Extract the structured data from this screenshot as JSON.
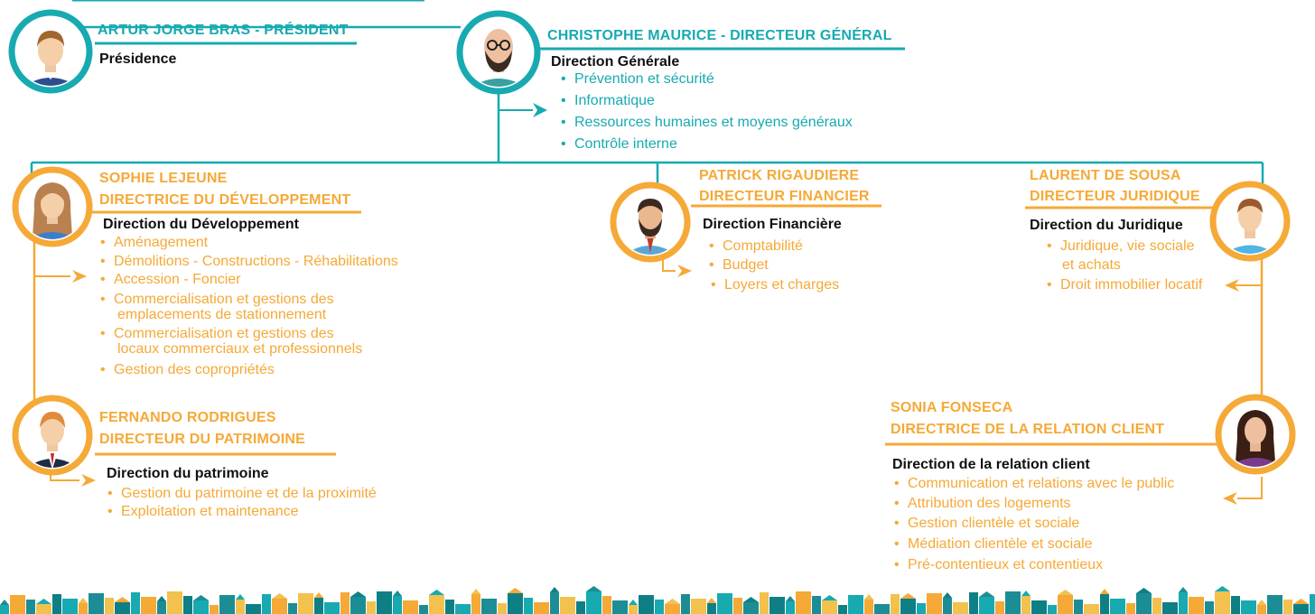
{
  "colors": {
    "teal": "#17aab1",
    "orange": "#f5a937",
    "text": "#111111"
  },
  "president": {
    "name": "ARTUR JORGE BRAS - PRÉSIDENT",
    "direction": "Présidence"
  },
  "dg": {
    "name": "CHRISTOPHE MAURICE - DIRECTEUR GÉNÉRAL",
    "direction": "Direction Générale",
    "items": [
      "Prévention et sécurité",
      "Informatique",
      "Ressources humaines et moyens généraux",
      "Contrôle interne"
    ]
  },
  "dev": {
    "name_line1": "SOPHIE LEJEUNE",
    "name_line2": "DIRECTRICE DU DÉVELOPPEMENT",
    "direction": "Direction du Développement",
    "items": [
      "Aménagement",
      "Démolitions - Constructions - Réhabilitations",
      "Accession - Foncier",
      "Commercialisation et gestions des",
      "emplacements de stationnement",
      "Commercialisation et gestions des",
      "locaux commerciaux et professionnels",
      "Gestion des copropriétés"
    ]
  },
  "fin": {
    "name_line1": "PATRICK RIGAUDIERE",
    "name_line2": "DIRECTEUR  FINANCIER",
    "direction": "Direction Financière",
    "items": [
      "Comptabilité",
      "Budget",
      "Loyers et charges"
    ]
  },
  "jur": {
    "name_line1": "LAURENT DE SOUSA",
    "name_line2": "DIRECTEUR JURIDIQUE",
    "direction": "Direction du Juridique",
    "items": [
      "Juridique, vie sociale",
      "et achats",
      "Droit immobilier locatif"
    ]
  },
  "pat": {
    "name_line1": "FERNANDO RODRIGUES",
    "name_line2": "DIRECTEUR DU PATRIMOINE",
    "direction": "Direction du patrimoine",
    "items": [
      "Gestion du patrimoine et de la proximité",
      "Exploitation et maintenance"
    ]
  },
  "rc": {
    "name_line1": "SONIA FONSECA",
    "name_line2": "DIRECTRICE DE LA RELATION CLIENT",
    "direction": "Direction de la relation client",
    "items": [
      "Communication et relations avec le public",
      "Attribution des logements",
      "Gestion clientèle  et sociale",
      "Médiation clientèle et sociale",
      "Pré-contentieux et contentieux"
    ]
  }
}
